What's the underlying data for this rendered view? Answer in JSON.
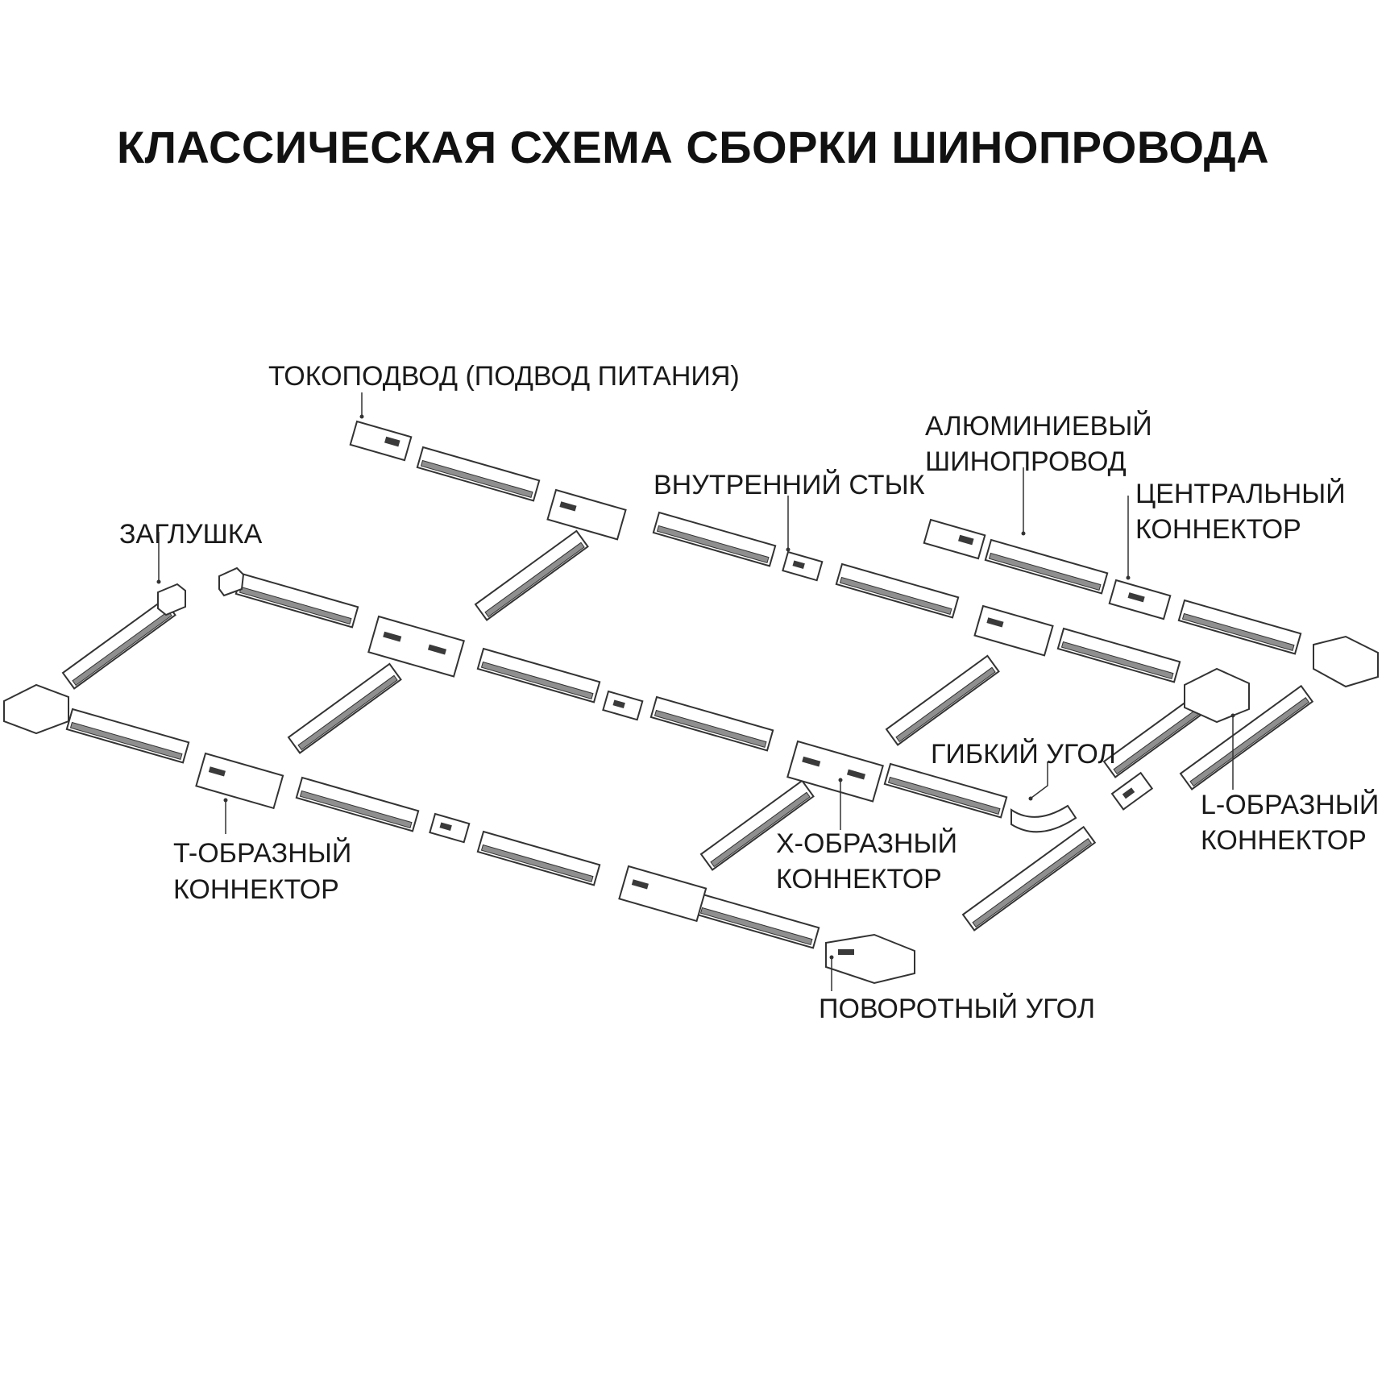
{
  "title": "КЛАССИЧЕСКАЯ СХЕМА СБОРКИ ШИНОПРОВОДА",
  "labels": {
    "power_feed": "ТОКОПОДВОД (ПОДВОД ПИТАНИЯ)",
    "end_cap": "ЗАГЛУШКА",
    "internal_joint": "ВНУТРЕННИЙ СТЫК",
    "aluminium_track_1": "АЛЮМИНИЕВЫЙ",
    "aluminium_track_2": "ШИНОПРОВОД",
    "center_connector_1": "ЦЕНТРАЛЬНЫЙ",
    "center_connector_2": "КОННЕКТОР",
    "flexible_corner": "ГИБКИЙ УГОЛ",
    "l_connector_1": "L-ОБРАЗНЫЙ",
    "l_connector_2": "КОННЕКТОР",
    "t_connector_1": "T-ОБРАЗНЫЙ",
    "t_connector_2": "КОННЕКТОР",
    "x_connector_1": "Х-ОБРАЗНЫЙ",
    "x_connector_2": "КОННЕКТОР",
    "rotary_corner": "ПОВОРОТНЫЙ УГОЛ"
  }
}
